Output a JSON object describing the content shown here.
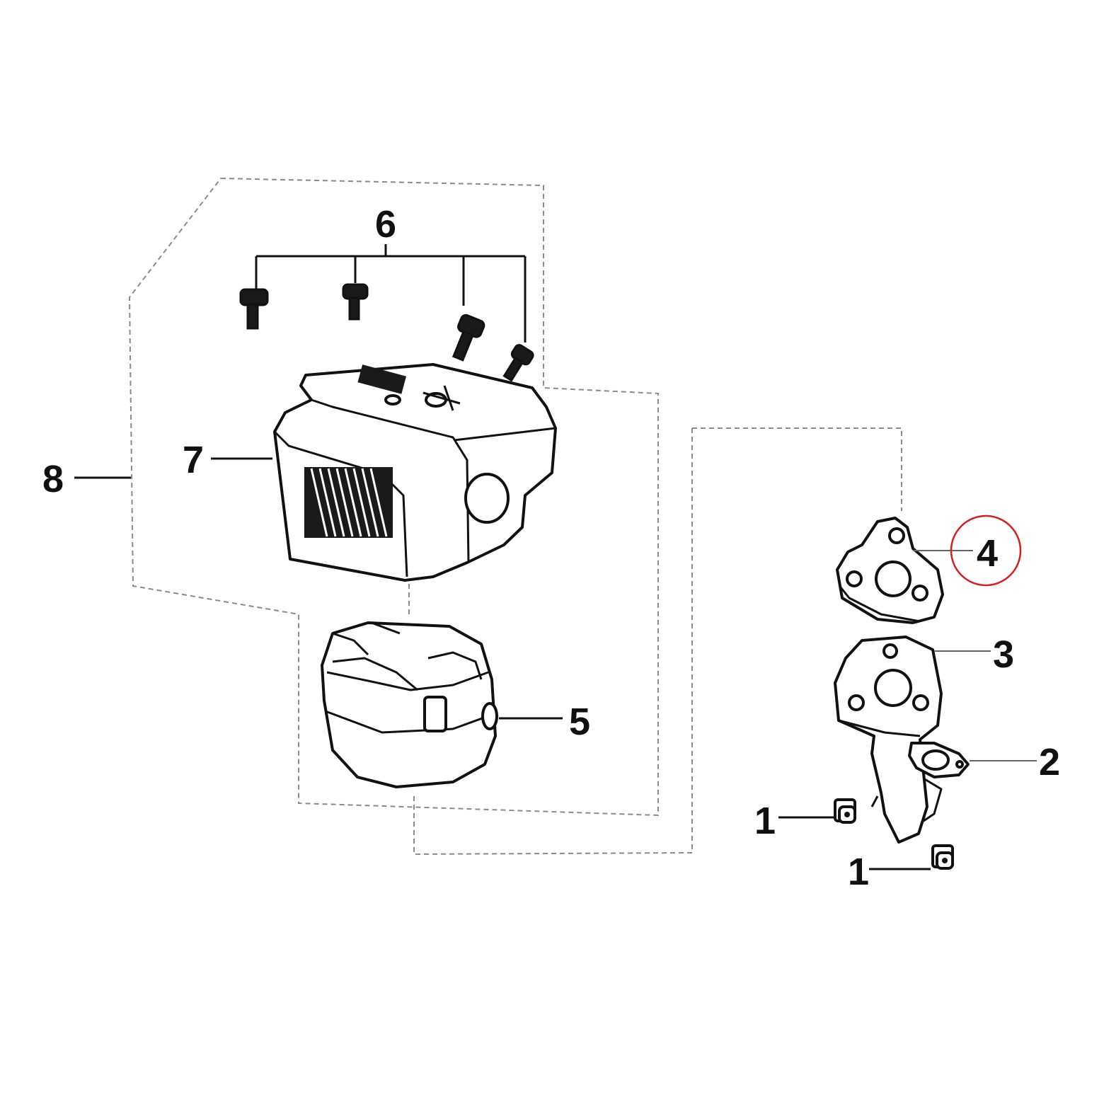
{
  "labels": {
    "l1a": "1",
    "l1b": "1",
    "l2": "2",
    "l3": "3",
    "l4": "4",
    "l5": "5",
    "l6": "6",
    "l7": "7",
    "l8": "8"
  },
  "highlight": {
    "part": "4",
    "color": "#d81e1e"
  },
  "icons": [
    "bolt-icon",
    "nut-icon",
    "gasket-icon",
    "muffler-cover-icon",
    "muffler-icon",
    "exhaust-flange-icon"
  ]
}
